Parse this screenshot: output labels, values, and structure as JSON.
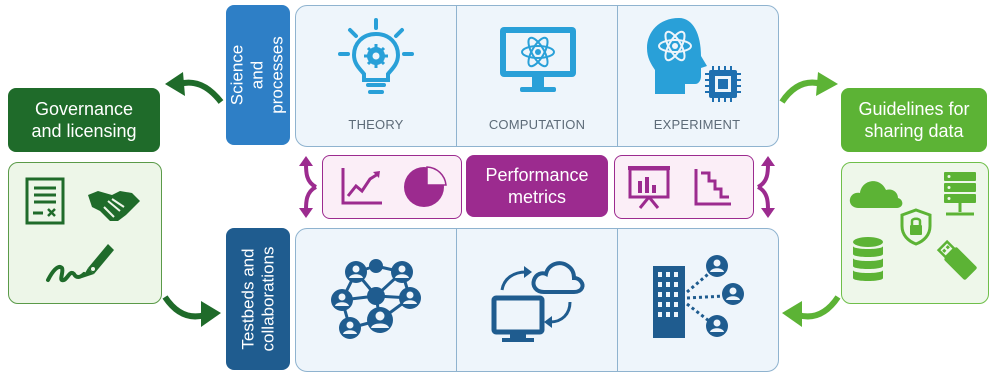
{
  "top_section": {
    "label": "Science and processes",
    "columns": [
      {
        "caption": "THEORY",
        "icon": "lightbulb-gear-icon"
      },
      {
        "caption": "COMPUTATION",
        "icon": "monitor-atom-icon"
      },
      {
        "caption": "EXPERIMENT",
        "icon": "head-atom-chip-icon"
      }
    ]
  },
  "middle_section": {
    "label": "Performance metrics",
    "left_icons": [
      "line-chart-icon",
      "pie-chart-icon"
    ],
    "right_icons": [
      "presentation-chart-icon",
      "step-chart-icon"
    ]
  },
  "bottom_section": {
    "label": "Testbeds and collaborations",
    "columns": [
      {
        "icon": "people-network-icon"
      },
      {
        "icon": "computer-cloud-sync-icon"
      },
      {
        "icon": "building-people-icon"
      }
    ]
  },
  "left_panel": {
    "title": "Governance and licensing",
    "icons": [
      "document-icon",
      "handshake-icon",
      "pen-signature-icon"
    ]
  },
  "right_panel": {
    "title": "Guidelines for sharing data",
    "icons": [
      "cloud-icon",
      "server-icon",
      "shield-lock-icon",
      "database-icon",
      "usb-drive-icon"
    ]
  },
  "colors": {
    "blue_primary": "#2e7fc6",
    "blue_icon": "#29a0d8",
    "purple": "#9c2b8f",
    "dark_green": "#1f6b2a",
    "light_green": "#5cb335"
  }
}
